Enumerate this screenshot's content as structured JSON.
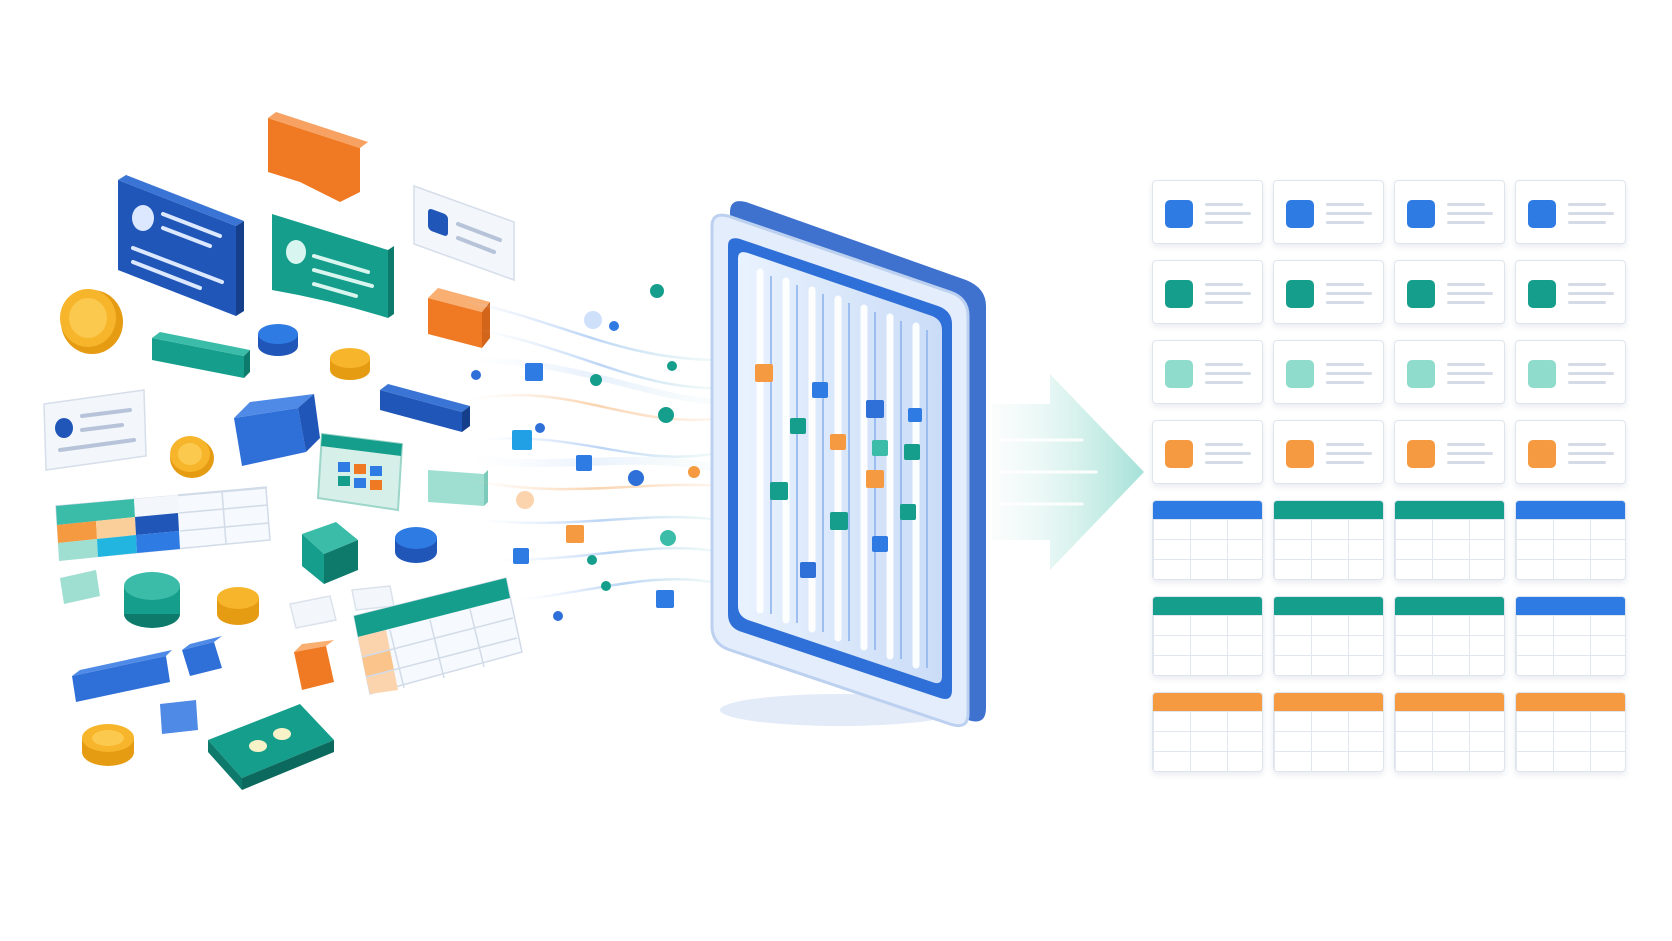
{
  "colors": {
    "blue": "#2f7be4",
    "blue_dark": "#1f56b8",
    "teal": "#159e8b",
    "teal_light": "#8fdccc",
    "orange": "#f59a40",
    "gold": "#f5b82e",
    "filter_frame": "#4e86de",
    "filter_inner": "#dbe8fb",
    "arrow": "#bfe9e4"
  },
  "output_grid": {
    "card_rows": [
      {
        "color": "blue",
        "count": 4
      },
      {
        "color": "teal",
        "count": 4
      },
      {
        "color": "teal_light",
        "count": 4
      },
      {
        "color": "orange",
        "count": 4
      }
    ],
    "table_rows": [
      [
        "blue",
        "teal",
        "teal",
        "blue"
      ],
      [
        "teal",
        "teal",
        "teal",
        "blue"
      ],
      [
        "orange",
        "orange",
        "orange",
        "orange"
      ]
    ]
  },
  "icons": [
    "id-card-icon",
    "coin-icon",
    "spreadsheet-icon",
    "filter-panel-icon",
    "arrow-right-icon",
    "card-icon",
    "table-icon"
  ]
}
